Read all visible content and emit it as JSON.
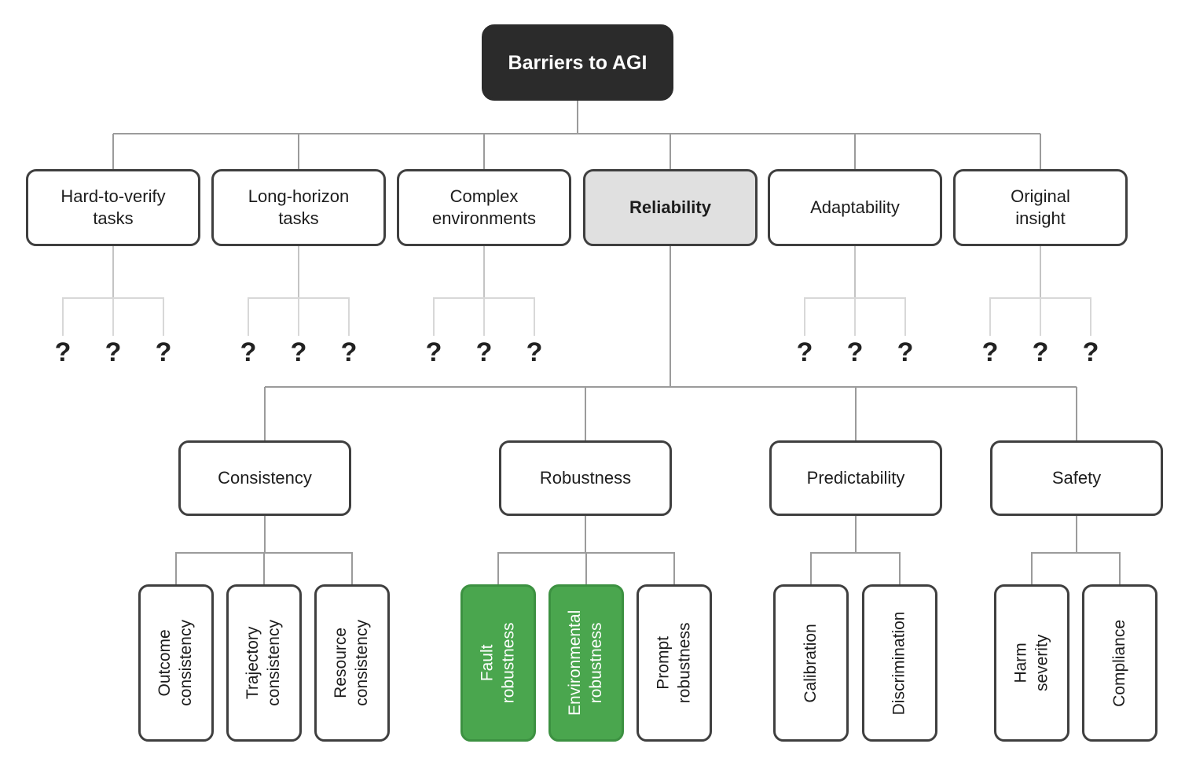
{
  "diagram_title": "Barriers to AGI",
  "colors": {
    "root_background": "#2b2b2b",
    "root_text": "#ffffff",
    "node_border": "#3f3f3f",
    "node_background": "#ffffff",
    "highlight_background": "#e0e0e0",
    "green_background": "#4aa64e",
    "green_border": "#3c9141",
    "green_text": "#ffffff",
    "connector_main": "#9b9b9b",
    "connector_light_stub": "#c4c4c4",
    "connector_light_bracket": "#d8d8d8"
  },
  "root": {
    "label": "Barriers to AGI"
  },
  "barriers": [
    {
      "label": "Hard-to-verify\ntasks",
      "highlighted": false
    },
    {
      "label": "Long-horizon\ntasks",
      "highlighted": false
    },
    {
      "label": "Complex\nenvironments",
      "highlighted": false
    },
    {
      "label": "Reliability",
      "highlighted": true
    },
    {
      "label": "Adaptability",
      "highlighted": false
    },
    {
      "label": "Original\ninsight",
      "highlighted": false
    }
  ],
  "unknown_groups": [
    [
      "?",
      "?",
      "?"
    ],
    [
      "?",
      "?",
      "?"
    ],
    [
      "?",
      "?",
      "?"
    ],
    [
      "?",
      "?",
      "?"
    ],
    [
      "?",
      "?",
      "?"
    ]
  ],
  "reliability_children": [
    {
      "label": "Consistency"
    },
    {
      "label": "Robustness"
    },
    {
      "label": "Predictability"
    },
    {
      "label": "Safety"
    }
  ],
  "leaves": {
    "consistency": [
      {
        "label": "Outcome\nconsistency",
        "highlighted": false
      },
      {
        "label": "Trajectory\nconsistency",
        "highlighted": false
      },
      {
        "label": "Resource\nconsistency",
        "highlighted": false
      }
    ],
    "robustness": [
      {
        "label": "Fault\nrobustness",
        "highlighted": true
      },
      {
        "label": "Environmental\nrobustness",
        "highlighted": true
      },
      {
        "label": "Prompt\nrobustness",
        "highlighted": false
      }
    ],
    "predictability": [
      {
        "label": "Calibration",
        "highlighted": false
      },
      {
        "label": "Discrimination",
        "highlighted": false
      }
    ],
    "safety": [
      {
        "label": "Harm\nseverity",
        "highlighted": false
      },
      {
        "label": "Compliance",
        "highlighted": false
      }
    ]
  }
}
